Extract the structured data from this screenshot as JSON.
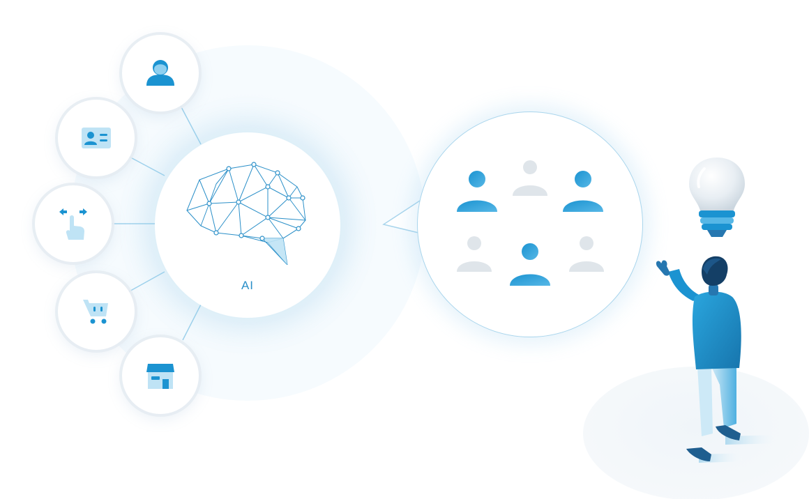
{
  "diagram": {
    "center_label": "AI",
    "icons": {
      "satellites": [
        "user-icon",
        "id-card-icon",
        "swipe-gesture-icon",
        "shopping-cart-icon",
        "storefront-icon"
      ],
      "center": "brain-network-icon",
      "idea": "lightbulb-icon"
    },
    "audience": {
      "highlighted_count": 3,
      "dimmed_count": 3
    },
    "colors": {
      "primary": "#1b93d1",
      "primary_light": "#56b7e6",
      "dimmed": "#dfe5ea",
      "line": "#9fd2ec",
      "glow": "#eaf5fb"
    }
  }
}
